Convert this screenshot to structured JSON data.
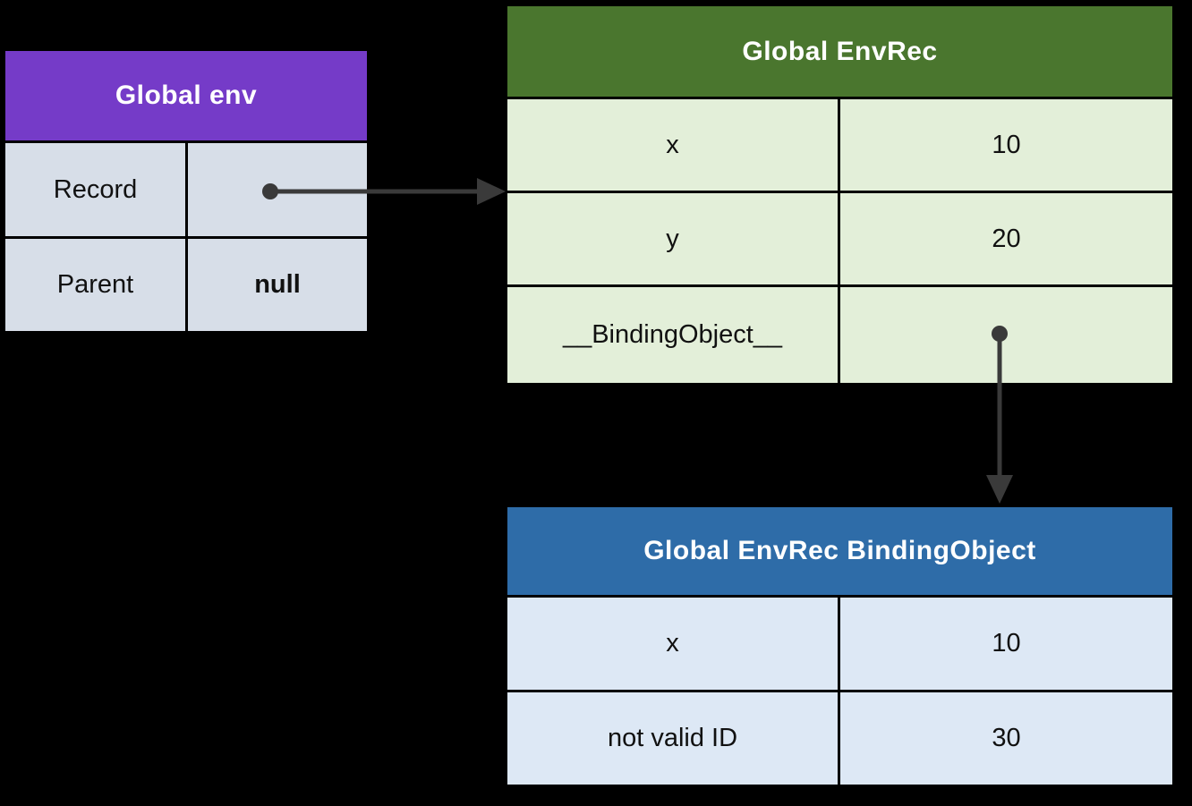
{
  "diagram": {
    "background": "#000000",
    "arrow_color": "#3A3A3A",
    "tables": {
      "global_env": {
        "title": "Global env",
        "header_bg": "#753BC8",
        "cell_bg": "#D7DEE8",
        "rows": [
          {
            "key": "Record",
            "value": ""
          },
          {
            "key": "Parent",
            "value": "null"
          }
        ]
      },
      "global_envrec": {
        "title": "Global EnvRec",
        "header_bg": "#4A762E",
        "cell_bg": "#E3EFD9",
        "rows": [
          {
            "key": "x",
            "value": "10"
          },
          {
            "key": "y",
            "value": "20"
          },
          {
            "key": "__BindingObject__",
            "value": ""
          }
        ]
      },
      "global_envrec_binding_object": {
        "title": "Global EnvRec BindingObject",
        "header_bg": "#2E6CA8",
        "cell_bg": "#DDE8F5",
        "rows": [
          {
            "key": "x",
            "value": "10"
          },
          {
            "key": "not valid ID",
            "value": "30"
          }
        ]
      }
    },
    "arrows": [
      {
        "name": "record-pointer",
        "from": "Global env / Record",
        "to": "Global EnvRec"
      },
      {
        "name": "binding-object-pointer",
        "from": "Global EnvRec / __BindingObject__",
        "to": "Global EnvRec BindingObject"
      }
    ]
  }
}
